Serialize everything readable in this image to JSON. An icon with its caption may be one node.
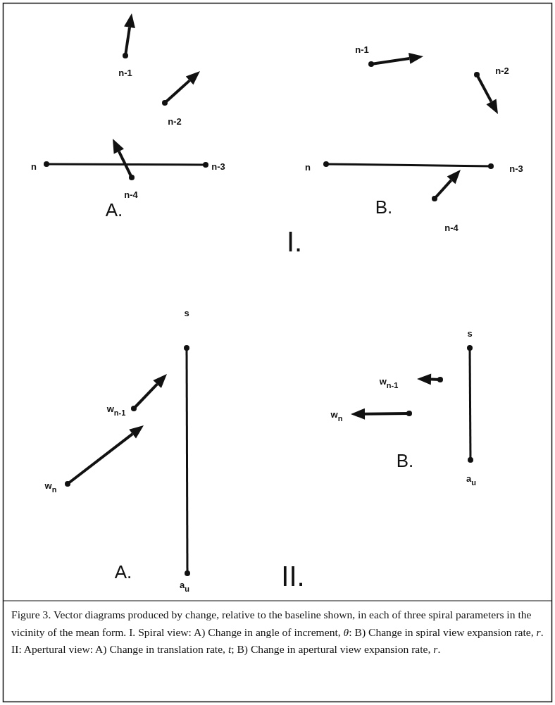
{
  "diagram": {
    "caption": "Figure 3.  Vector diagrams produced by change, relative to the baseline shown, in each of three spiral parameters in the vicinity of the mean form.  I. Spiral view: A) Change in angle of increment, *θ*:  B) Change in spiral view expansion rate, *r*. II: Apertural view:  A) Change in translation rate, *t*;  B) Change in apertural view expansion rate, *r*.",
    "labels": [
      "n-1",
      "n-2",
      "n",
      "n-3",
      "n-4",
      "A.",
      "n-1",
      "n-2",
      "n",
      "n-3",
      "B.",
      "n-4",
      "I.",
      "s",
      "w$_{n-1}$",
      "w$_{n}$",
      "A.",
      "a$_{u}$",
      "s",
      "w$_{n-1}$",
      "w$_{n}$",
      "B.",
      "a$_{u}$",
      "II."
    ]
  }
}
